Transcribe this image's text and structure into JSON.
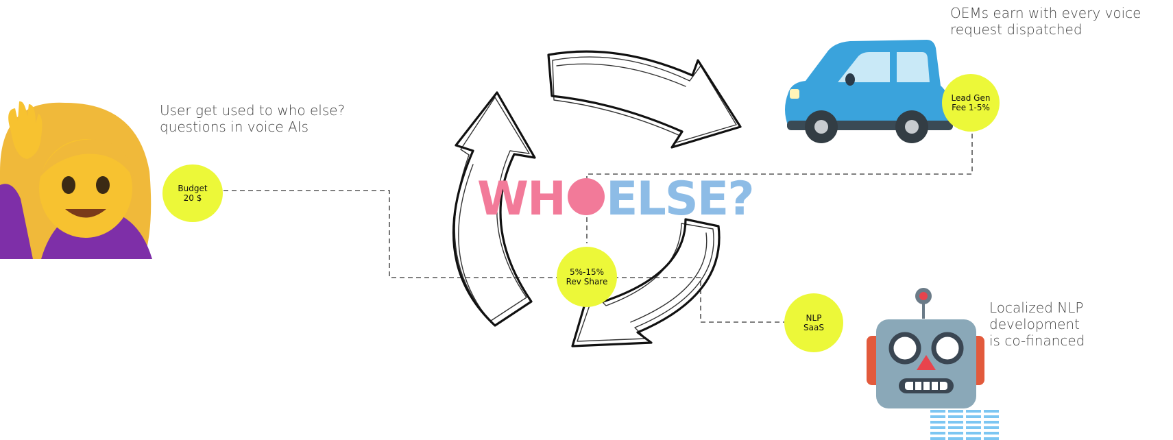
{
  "captions": {
    "user": "User get used to who else?\nquestions in voice AIs",
    "oem": "OEMs earn with every voice\nrequest dispatched",
    "nlp": "Localized NLP development\nis co-financed"
  },
  "badges": {
    "budget": "Budget\n20 $",
    "lead_gen": "Lead Gen\nFee 1-5%",
    "rev_share": "5%-15%\nRev Share",
    "nlp_saas": "NLP\nSaaS"
  },
  "logo": {
    "part1": "WH",
    "part2": "ELSE?",
    "colors": {
      "pink": "#f27a99",
      "blue": "#8dbce6",
      "badge": "#ecf839"
    }
  },
  "icons": [
    "woman-raising-hand-icon",
    "car-icon",
    "robot-icon",
    "cycle-arrows-icon"
  ]
}
